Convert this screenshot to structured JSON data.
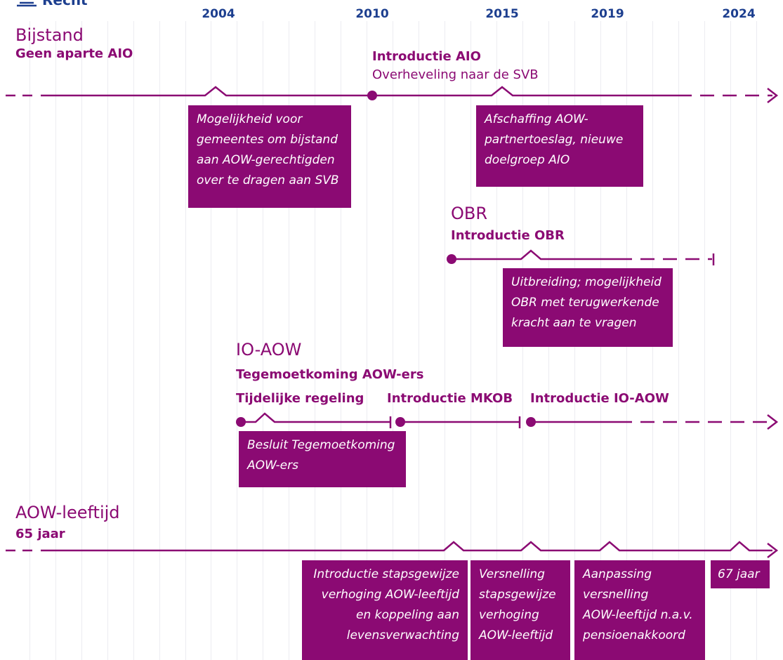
{
  "header": {
    "title": "Recht"
  },
  "years": [
    "2004",
    "2010",
    "2015",
    "2019",
    "2024"
  ],
  "colors": {
    "accent": "#8b0a73",
    "year_text": "#1d3f8f",
    "grid": "#ececf1"
  },
  "bijstand": {
    "title": "Bijstand",
    "initial_label": "Geen aparte AIO",
    "aio_label": "Introductie AIO",
    "aio_sub": "Overheveling naar de SVB",
    "note_2004": [
      "Mogelijkheid voor",
      "gemeentes om bijstand",
      "aan AOW-gerechtigden",
      "over te dragen aan SVB"
    ],
    "note_2015": [
      "Afschaffing AOW-",
      "partnertoeslag, nieuwe",
      "doelgroep AIO"
    ]
  },
  "obr": {
    "title": "OBR",
    "intro_label": "Introductie OBR",
    "note": [
      "Uitbreiding; mogelijkheid",
      "OBR met terugwerkende",
      "kracht aan te vragen"
    ]
  },
  "ioaow": {
    "title": "IO-AOW",
    "label1": "Tegemoetkoming AOW-ers",
    "label2": "Tijdelijke regeling",
    "mkob_label": "Introductie MKOB",
    "ioaow_label": "Introductie IO-AOW",
    "note": [
      "Besluit Tegemoetkoming",
      "AOW-ers"
    ]
  },
  "aow": {
    "title": "AOW-leeftijd",
    "initial_label": "65 jaar",
    "note_a": [
      "Introductie stapsgewijze",
      "verhoging AOW-leeftijd",
      "en koppeling aan",
      "levensverwachting"
    ],
    "note_b": [
      "Versnelling",
      "stapsgewijze",
      "verhoging",
      "AOW-leeftijd"
    ],
    "note_c": [
      "Aanpassing",
      "versnelling",
      "AOW-leeftijd n.a.v.",
      "pensioenakkoord"
    ],
    "note_d": [
      "67 jaar"
    ]
  }
}
